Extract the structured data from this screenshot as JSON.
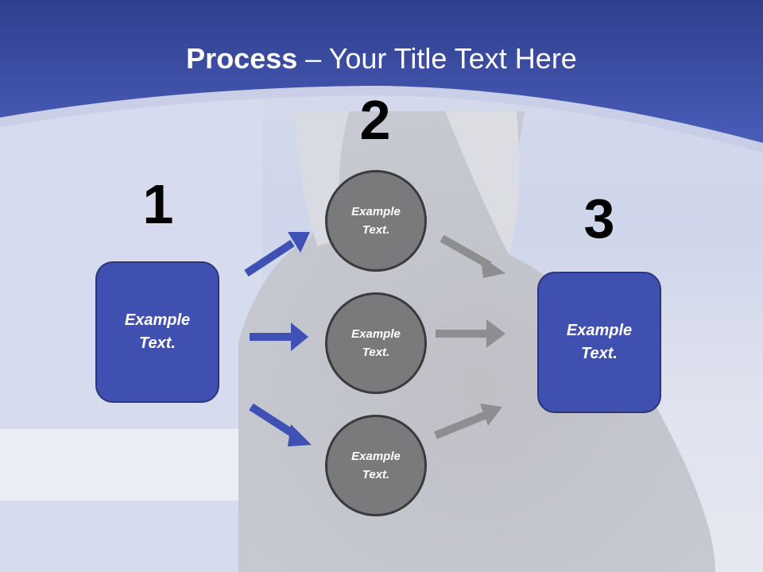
{
  "title": {
    "bold": "Process",
    "dash": " – ",
    "rest": "Your Title Text Here"
  },
  "steps": {
    "one": "1",
    "two": "2",
    "three": "3"
  },
  "left_box": {
    "line1": "Example",
    "line2": "Text."
  },
  "right_box": {
    "line1": "Example",
    "line2": "Text."
  },
  "circles": [
    {
      "line1": "Example",
      "line2": "Text."
    },
    {
      "line1": "Example",
      "line2": "Text."
    },
    {
      "line1": "Example",
      "line2": "Text."
    }
  ],
  "colors": {
    "header": "#3a4ea6",
    "box": "#4050b0",
    "circle": "#7a7a7c",
    "arrow_blue": "#3f51b5",
    "arrow_gray": "#8e8e90"
  }
}
